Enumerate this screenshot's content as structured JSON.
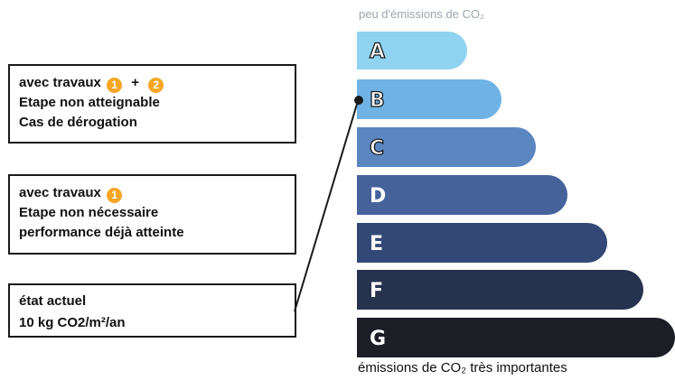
{
  "boxes": {
    "avec_travaux_1_2": {
      "prefix": "avec travaux",
      "badge1": "1",
      "plus": "+",
      "badge2": "2",
      "line2": "Etape non atteignable",
      "line3": "Cas de dérogation"
    },
    "avec_travaux_1": {
      "prefix": "avec travaux",
      "badge1": "1",
      "line2": "Etape non nécessaire",
      "line3": "performance déjà atteinte"
    },
    "etat_actuel": {
      "line1": "état actuel",
      "line2": "10 kg CO2/m²/an"
    }
  },
  "scale": {
    "top_caption": "peu d'émissions de CO₂",
    "bottom_caption": "émissions de CO₂ très importantes",
    "classes": [
      {
        "letter": "A",
        "color": "#8fd3f0",
        "text_color": "#ffffff",
        "outlined": true
      },
      {
        "letter": "B",
        "color": "#6fb3e4",
        "text_color": "#ffffff",
        "outlined": true
      },
      {
        "letter": "C",
        "color": "#5b86c0",
        "text_color": "#ffffff",
        "outlined": true
      },
      {
        "letter": "D",
        "color": "#45629b",
        "text_color": "#ffffff",
        "outlined": false
      },
      {
        "letter": "E",
        "color": "#334876",
        "text_color": "#ffffff",
        "outlined": false
      },
      {
        "letter": "F",
        "color": "#26324e",
        "text_color": "#ffffff",
        "outlined": false
      },
      {
        "letter": "G",
        "color": "#1c1d25",
        "text_color": "#ffffff",
        "outlined": false
      }
    ],
    "current_class": "B"
  }
}
